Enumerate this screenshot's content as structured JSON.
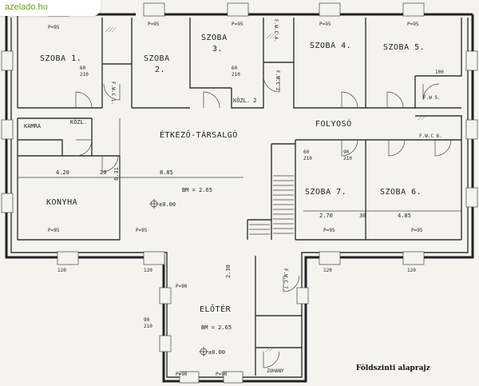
{
  "watermark": {
    "text": "azelado.hu",
    "color": "#6a9c1f"
  },
  "caption": "Földszinti alaprajz",
  "rooms": {
    "szoba1": "SZOBA 1.",
    "szoba2a": "SZOBA",
    "szoba2b": "2.",
    "szoba3a": "SZOBA",
    "szoba3b": "3.",
    "szoba4": "SZOBA 4.",
    "szoba5": "SZOBA 5.",
    "szoba6": "SZOBA 6.",
    "szoba7": "SZOBA 7.",
    "kamra": "KAMRA",
    "kozl1": "KÖZL.",
    "kozl2": "KÖZL. 2",
    "konyha": "KONYHA",
    "etkezo": "ÉTKEZŐ-TÁRSALGÓ",
    "folyoso": "FOLYOSÓ",
    "eloter": "ELŐTÉR",
    "zuhany": "ZUHANY",
    "fwc1": "F.W.C 1.",
    "fwc2": "F.W.C 2",
    "fwc4": "F.W.C 4.",
    "fw5": "F.W 5.",
    "fwc6": "F.W.C 6.",
    "fwc7": "F.W.C 7."
  },
  "dims": {
    "p95": "P=95",
    "p90": "P=90",
    "w60": "60",
    "w90": "90",
    "h210": "210",
    "w120": "120",
    "w100": "100",
    "d420": "4.20",
    "d885": "8.85",
    "d631": "6.31",
    "d20": "20",
    "d270": "2.70",
    "d30": "30",
    "d485": "4.85",
    "d230": "2.30",
    "bm1": "BM = 2.65",
    "bm2": "BM = 2.65",
    "lvl1": "±0.00",
    "lvl2": "±0.00"
  }
}
